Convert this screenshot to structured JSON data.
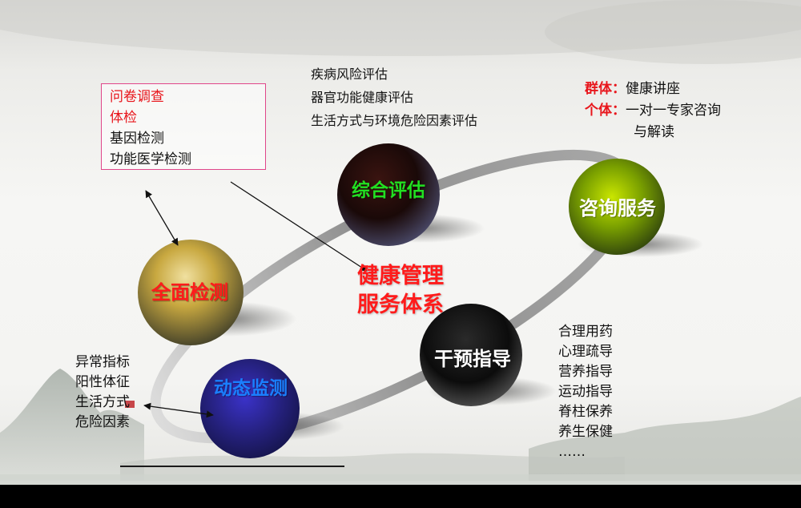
{
  "center_title": {
    "line1": "健康管理",
    "line2": "服务体系"
  },
  "nodes": {
    "assessment": {
      "label": "综合评估",
      "color": "#22e022"
    },
    "consult": {
      "label": "咨询服务",
      "color": "#ffffff"
    },
    "detect": {
      "label": "全面检测",
      "color": "#ff1b1b"
    },
    "intervene": {
      "label": "干预指导",
      "color": "#ffffff"
    },
    "monitor": {
      "label": "动态监测",
      "color": "#1a7fff"
    }
  },
  "detect_box": {
    "lines": [
      {
        "text": "问卷调查",
        "color": "#e8151b"
      },
      {
        "text": "体检",
        "color": "#e8151b"
      },
      {
        "text": "基因检测",
        "color": "#111111"
      },
      {
        "text": "功能医学检测",
        "color": "#111111"
      }
    ]
  },
  "assessment_items": [
    "疾病风险评估",
    "器官功能健康评估",
    "生活方式与环境危险因素评估"
  ],
  "consult_items": {
    "group_label": "群体：",
    "group_text": "健康讲座",
    "individual_label": "个体：",
    "individual_text": "一对一专家咨询",
    "individual_text2": "与解读",
    "label_color": "#e8151b"
  },
  "intervene_items": [
    "合理用药",
    "心理疏导",
    "营养指导",
    "运动指导",
    "脊柱保养",
    "养生保健",
    "……"
  ],
  "monitor_items": [
    "异常指标",
    "阳性体征",
    "生活方式",
    "危险因素"
  ]
}
